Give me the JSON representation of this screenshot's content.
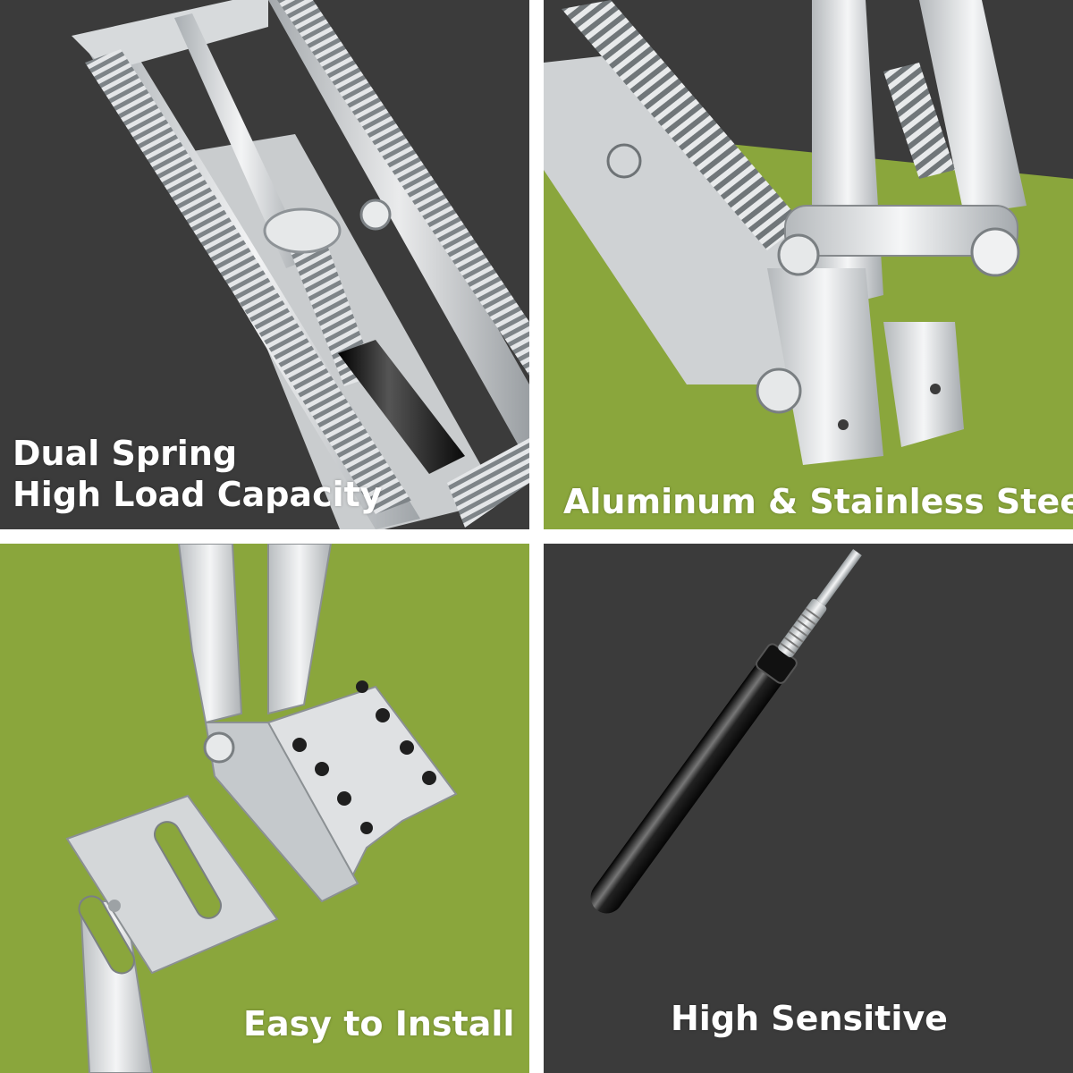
{
  "colors": {
    "dark_panel": "#3b3b3b",
    "green_panel": "#8aa63c",
    "divider": "#ffffff",
    "metal": "#d9dcde",
    "rod_black": "#1a1a1a"
  },
  "panels": [
    {
      "caption_line1": "Dual Spring",
      "caption_line2": "High Load Capacity",
      "background": "dark",
      "icon": "dual-spring-hinge-icon"
    },
    {
      "caption": "Aluminum & Stainless Steel",
      "background": "green",
      "icon": "hinge-joint-icon"
    },
    {
      "caption": "Easy to Install",
      "background": "green",
      "icon": "mounting-bracket-icon"
    },
    {
      "caption": "High Sensitive",
      "background": "dark",
      "icon": "gas-strut-rod-icon"
    }
  ]
}
